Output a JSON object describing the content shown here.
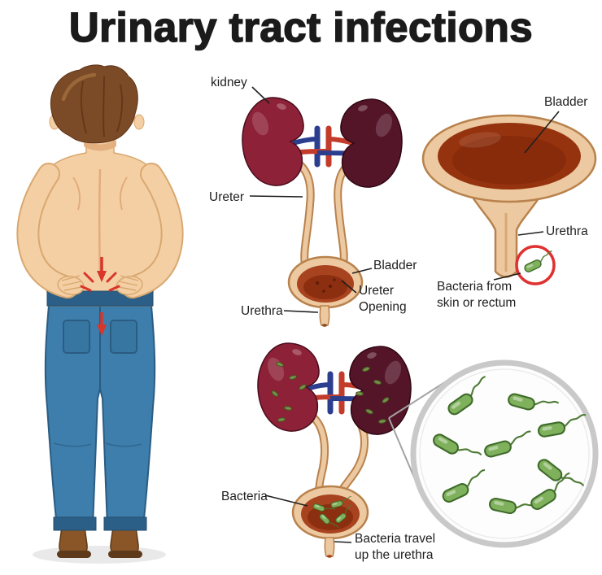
{
  "title": "Urinary tract infections",
  "labels": {
    "kidney": "kidney",
    "ureter": "Ureter",
    "bladder_top": "Bladder",
    "ureter_opening": "Ureter\nOpening",
    "urethra_top": "Urethra",
    "bladder_funnel": "Bladder",
    "urethra_funnel": "Urethra",
    "bacteria_from": "Bacteria from\nskin or rectum",
    "bacteria": "Bacteria",
    "bacteria_travel": "Bacteria travel\nup the urethra"
  },
  "colors": {
    "title": "#1b1b1b",
    "label": "#1f1f1f",
    "leader-line": "#1f1f1f",
    "kidney-left": "#8d2137",
    "kidney-right": "#541529",
    "ureter-tube": "#ecc9a0",
    "tube-outline": "#b9824d",
    "bladder-interior": "#a8431f",
    "bladder-deep": "#8c2e10",
    "funnel-interior": "#96330f",
    "artery": "#c23b2b",
    "vein": "#2c3f8f",
    "bacteria-green": "#7fb15c",
    "bacteria-outline": "#3f6b2a",
    "alert-red": "#d8352b",
    "highlight-ring": "#e03131",
    "skin": "#f4cfa3",
    "skin-shade": "#d9a870",
    "hair": "#7b4a26",
    "jeans": "#3d7eac",
    "jeans-dark": "#2b5c82",
    "shoe": "#8a5628",
    "magnifier-ring": "#c9c9c9"
  }
}
